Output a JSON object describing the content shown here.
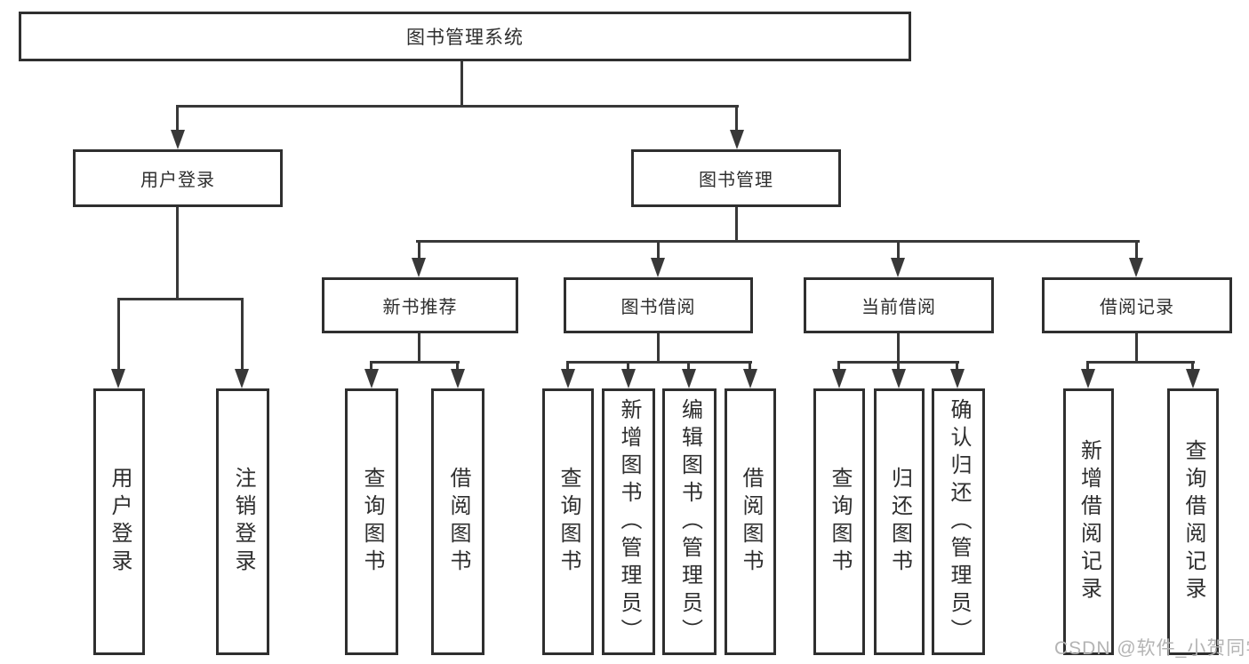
{
  "nodes": {
    "root": {
      "label": "图书管理系统"
    },
    "level2": [
      {
        "label": "用户登录"
      },
      {
        "label": "图书管理"
      }
    ],
    "level3": [
      {
        "label": "新书推荐"
      },
      {
        "label": "图书借阅"
      },
      {
        "label": "当前借阅"
      },
      {
        "label": "借阅记录"
      }
    ]
  },
  "leaves": {
    "user_login": [
      {
        "label": "用户登录"
      },
      {
        "label": "注销登录"
      }
    ],
    "new_books": [
      {
        "label": "查询图书"
      },
      {
        "label": "借阅图书"
      }
    ],
    "book_borrow": [
      {
        "label": "查询图书"
      },
      {
        "label": "新增图书（管理员）"
      },
      {
        "label": "编辑图书（管理员）"
      },
      {
        "label": "借阅图书"
      }
    ],
    "current_borrow": [
      {
        "label": "查询图书"
      },
      {
        "label": "归还图书"
      },
      {
        "label": "确认归还（管理员）"
      }
    ],
    "borrow_records": [
      {
        "label": "新增借阅记录"
      },
      {
        "label": "查询借阅记录"
      }
    ]
  },
  "watermark": {
    "text": "CSDN @软件_小贺同学"
  },
  "colors": {
    "line": "#383838",
    "box_border": "#2f2f2f",
    "text": "#2e2e2e",
    "watermark": "#b4b4b4",
    "background": "#ffffff"
  }
}
